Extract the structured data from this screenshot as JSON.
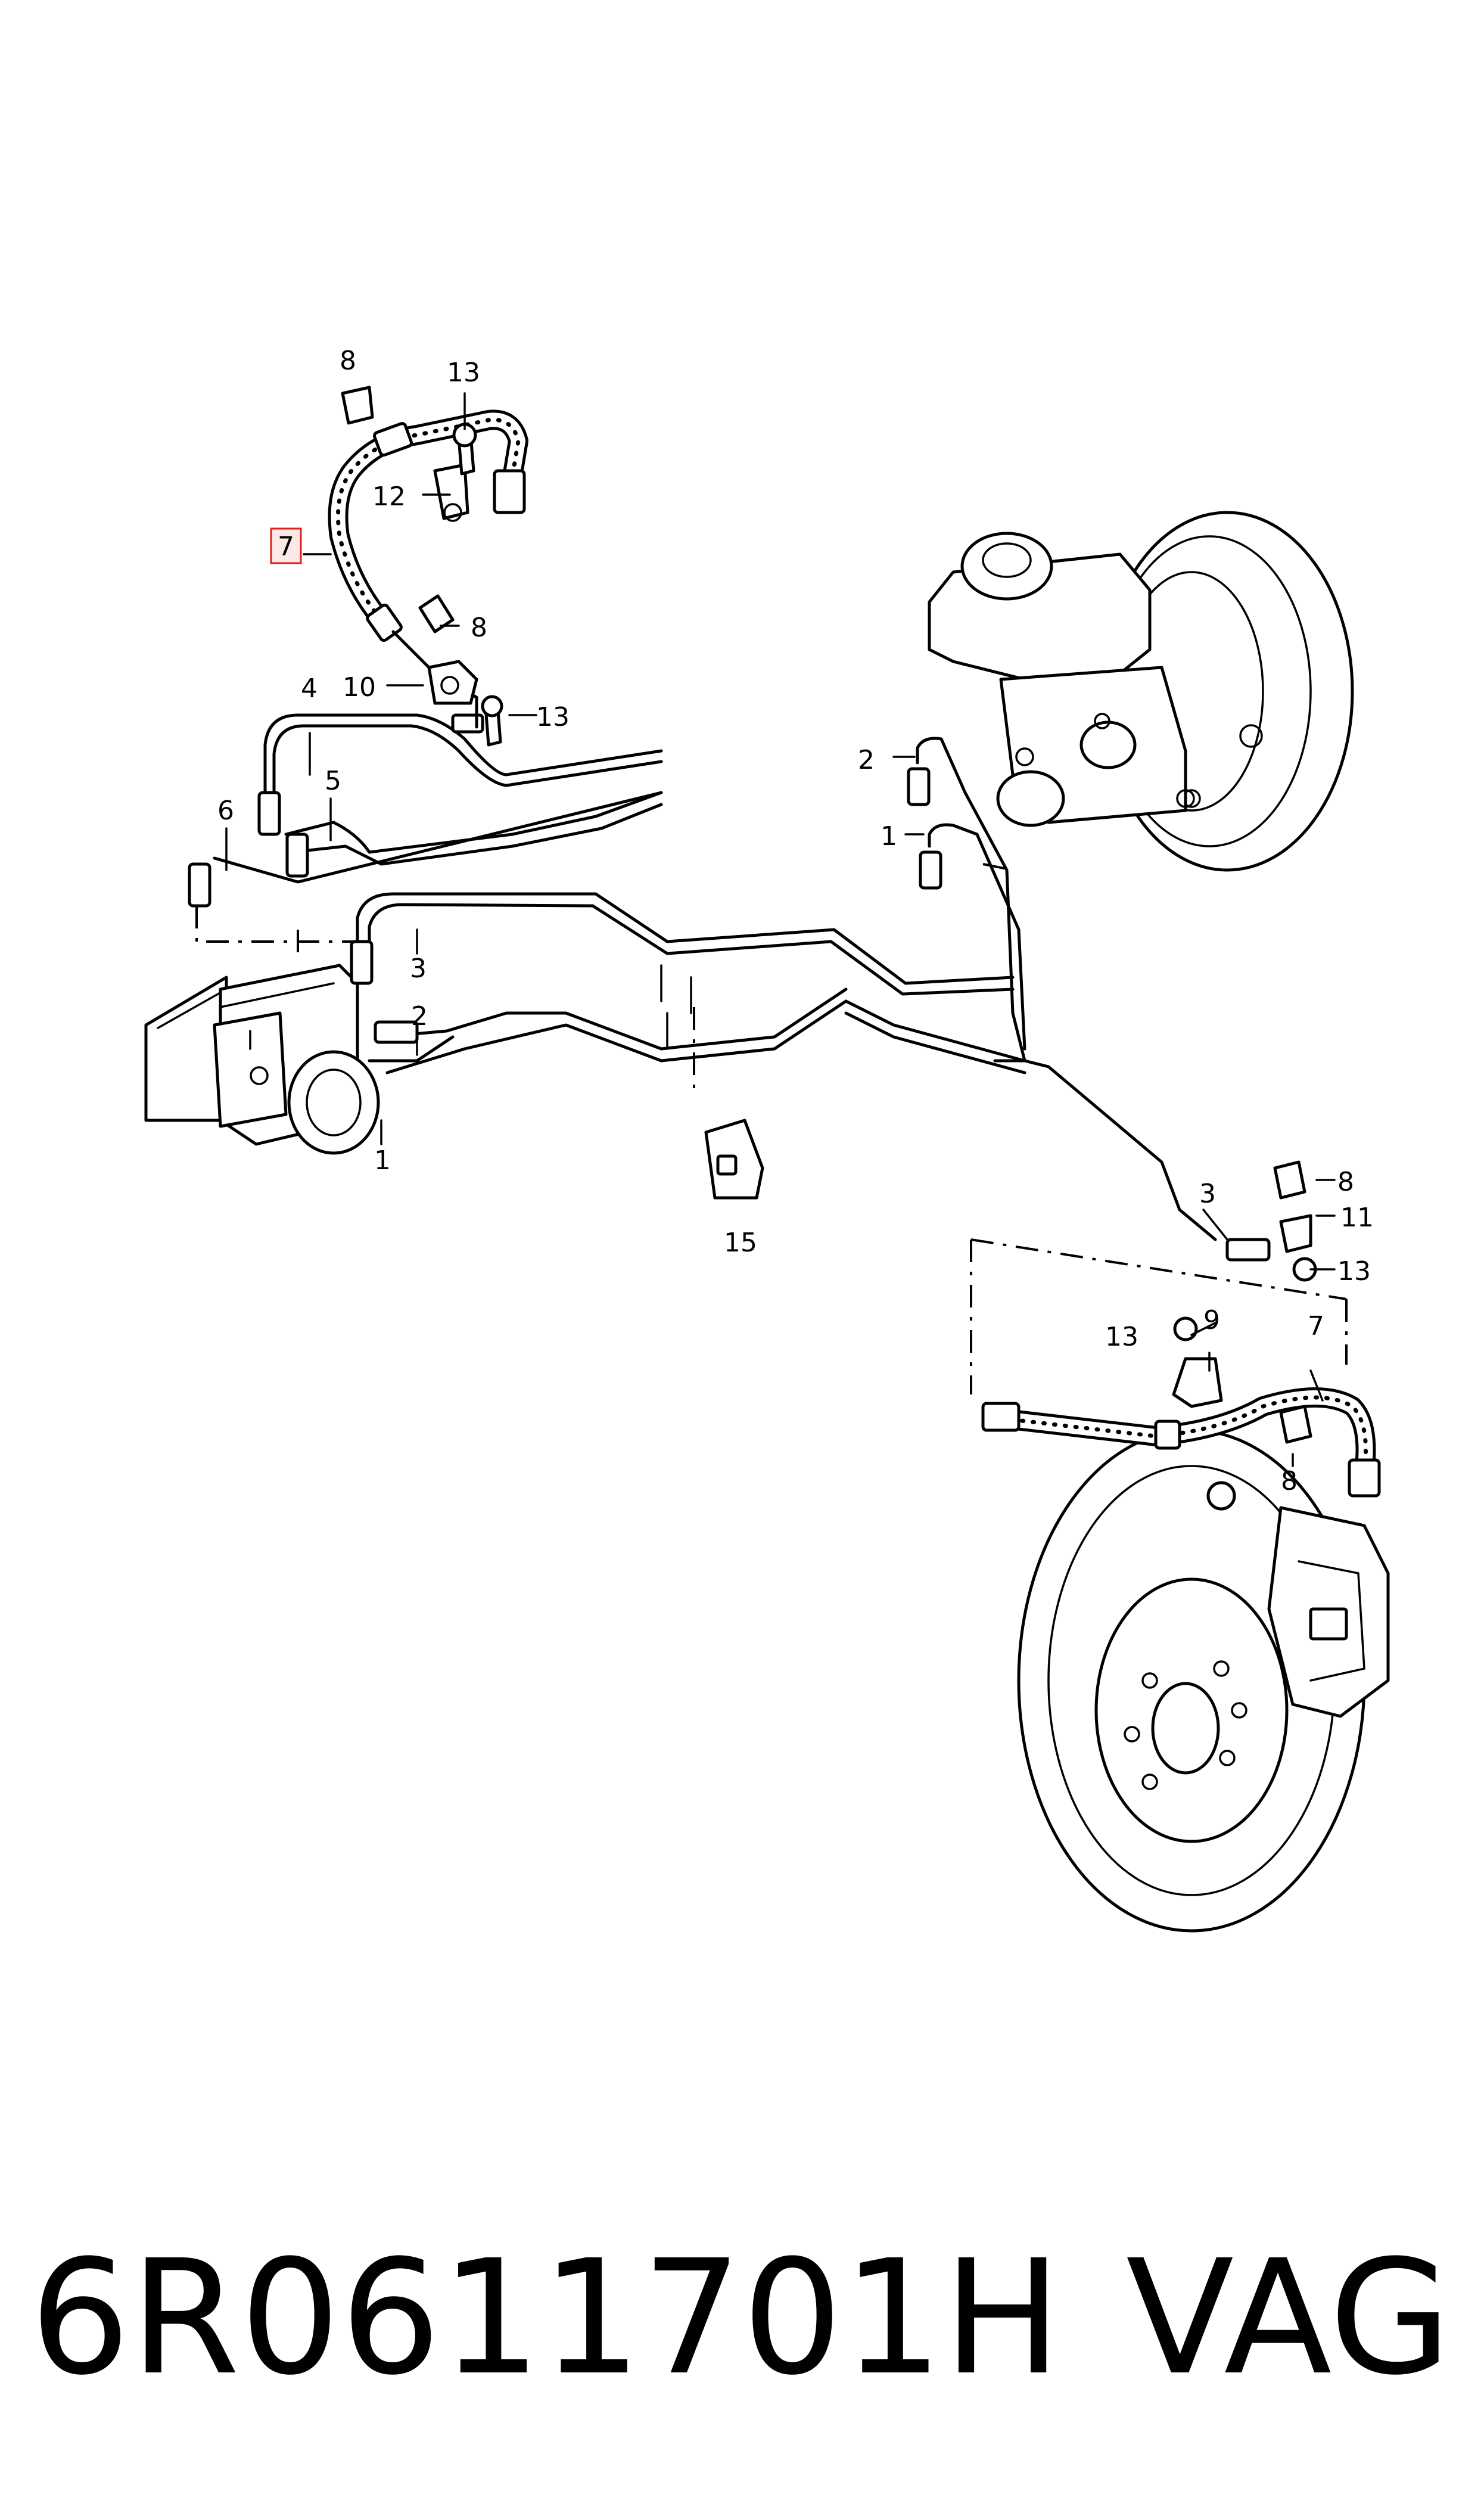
{
  "callouts": {
    "c1a": "1",
    "c1b": "1",
    "c2a": "2",
    "c2b": "2",
    "c3a": "3",
    "c3b": "3",
    "c4": "4",
    "c5": "5",
    "c6": "6",
    "c7a": "7",
    "c7b": "7",
    "c8a": "8",
    "c8b": "8",
    "c8c": "8",
    "c8d": "8",
    "c9": "9",
    "c10": "10",
    "c11": "11",
    "c12": "12",
    "c13a": "13",
    "c13b": "13",
    "c13c": "13",
    "c13d": "13",
    "c15": "15"
  },
  "highlight_callout": "7",
  "colors": {
    "line": "#000000",
    "highlight_border": "#e0201a",
    "highlight_fill": "#fde8e8"
  },
  "footer": {
    "part_number": "6R0611701H",
    "brand": "VAG"
  }
}
